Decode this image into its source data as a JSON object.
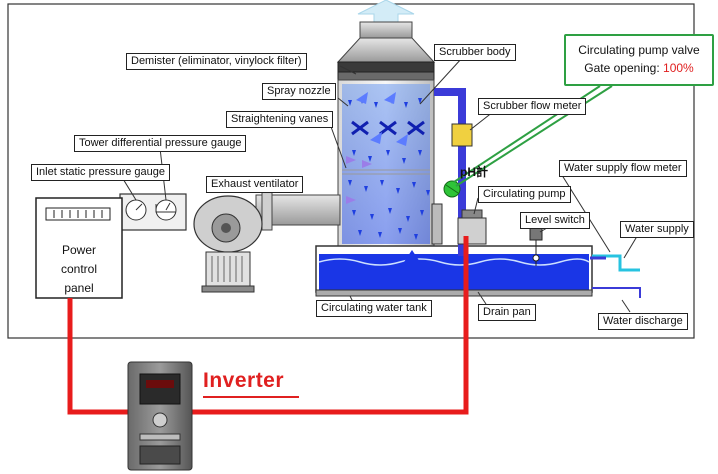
{
  "labels": {
    "demister": "Demister (eliminator, vinylock filter)",
    "scrubber_body": "Scrubber body",
    "spray_nozzle": "Spray nozzle",
    "scrubber_flow_meter": "Scrubber flow meter",
    "straightening_vanes": "Straightening vanes",
    "tower_dp_gauge": "Tower differential pressure gauge",
    "inlet_static_gauge": "Inlet static pressure gauge",
    "exhaust_ventilator": "Exhaust ventilator",
    "ph_meter": "pH計",
    "circulating_pump": "Circulating pump",
    "water_supply_flow_meter": "Water supply flow meter",
    "level_switch": "Level switch",
    "water_supply": "Water supply",
    "circulating_water_tank": "Circulating water tank",
    "drain_pan": "Drain pan",
    "water_discharge": "Water discharge"
  },
  "power_panel": {
    "line1": "Power",
    "line2": "control",
    "line3": "panel"
  },
  "callout": {
    "line1": "Circulating pump valve",
    "line2_prefix": "Gate opening: ",
    "line2_value": "100%"
  },
  "inverter": {
    "title": "Inverter"
  },
  "colors": {
    "signal_line": "#e81c1c",
    "water": "#1a36e6",
    "pipe": "#3b3bd8",
    "callout_border": "#2ea043",
    "value_red": "#e02020"
  }
}
